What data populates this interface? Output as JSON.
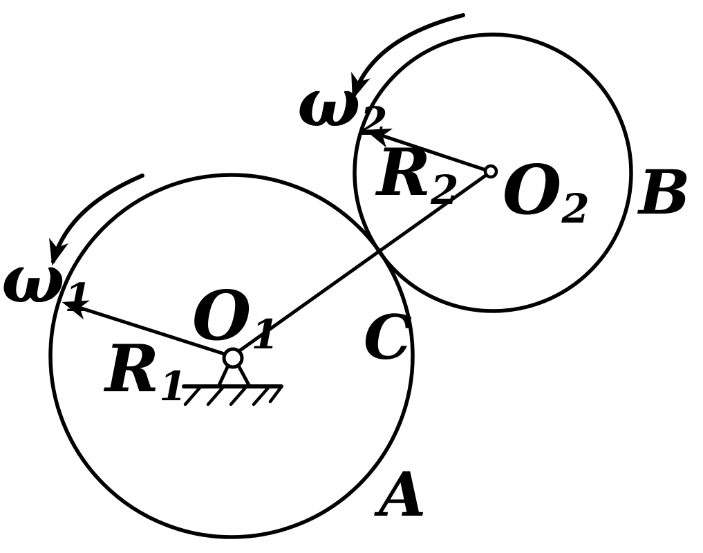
{
  "figure": {
    "description": "Two wheels in external contact: wheel A with fixed pivot at O1 drives wheel B; contact point C",
    "background_color": "#ffffff",
    "line_color": "#000000"
  },
  "labels": {
    "omega1": {
      "base": "ω",
      "sub": "1"
    },
    "r1": {
      "base": "R",
      "sub": "1"
    },
    "o1": {
      "base": "O",
      "sub": "1"
    },
    "wheel_a": "A",
    "contact_point": "C",
    "omega2": {
      "base": "ω",
      "sub": "2"
    },
    "r2": {
      "base": "R",
      "sub": "2"
    },
    "o2": {
      "base": "O",
      "sub": "2"
    },
    "wheel_b": "B"
  }
}
